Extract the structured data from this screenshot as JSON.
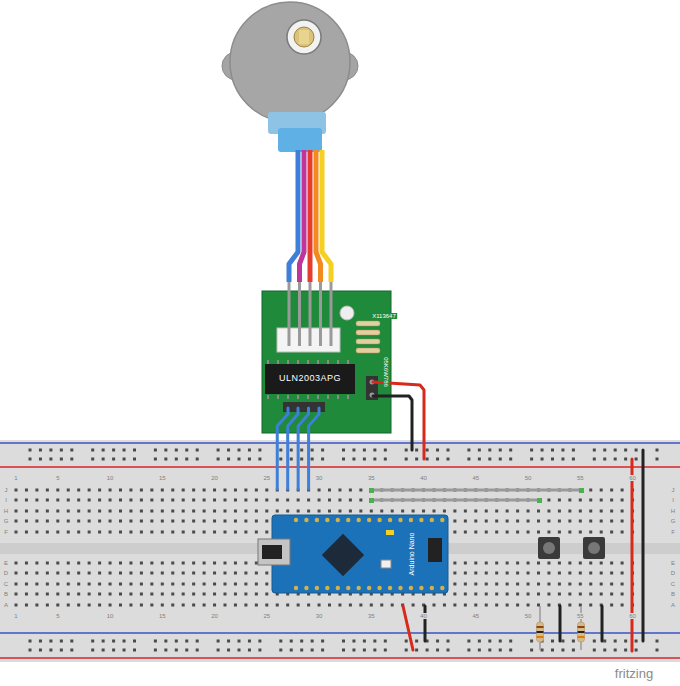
{
  "diagram": {
    "nodes": [
      {
        "text": [
          "ULN2003APG"
        ]
      },
      {
        "text": [
          "Arduino Nano"
        ]
      }
    ],
    "labels": [
      "X113647",
      "05K6W786",
      "1",
      "5",
      "10",
      "15",
      "20",
      "25",
      "30",
      "35",
      "40",
      "45",
      "50",
      "55",
      "60",
      "J",
      "I",
      "H",
      "G",
      "F",
      "E",
      "D",
      "C",
      "B",
      "A",
      "J",
      "I",
      "H",
      "G",
      "F",
      "E",
      "D",
      "C",
      "B",
      "A",
      "1",
      "5",
      "10",
      "15",
      "20",
      "25",
      "30",
      "35",
      "40",
      "45",
      "50",
      "55",
      "60",
      "fritzing"
    ]
  }
}
